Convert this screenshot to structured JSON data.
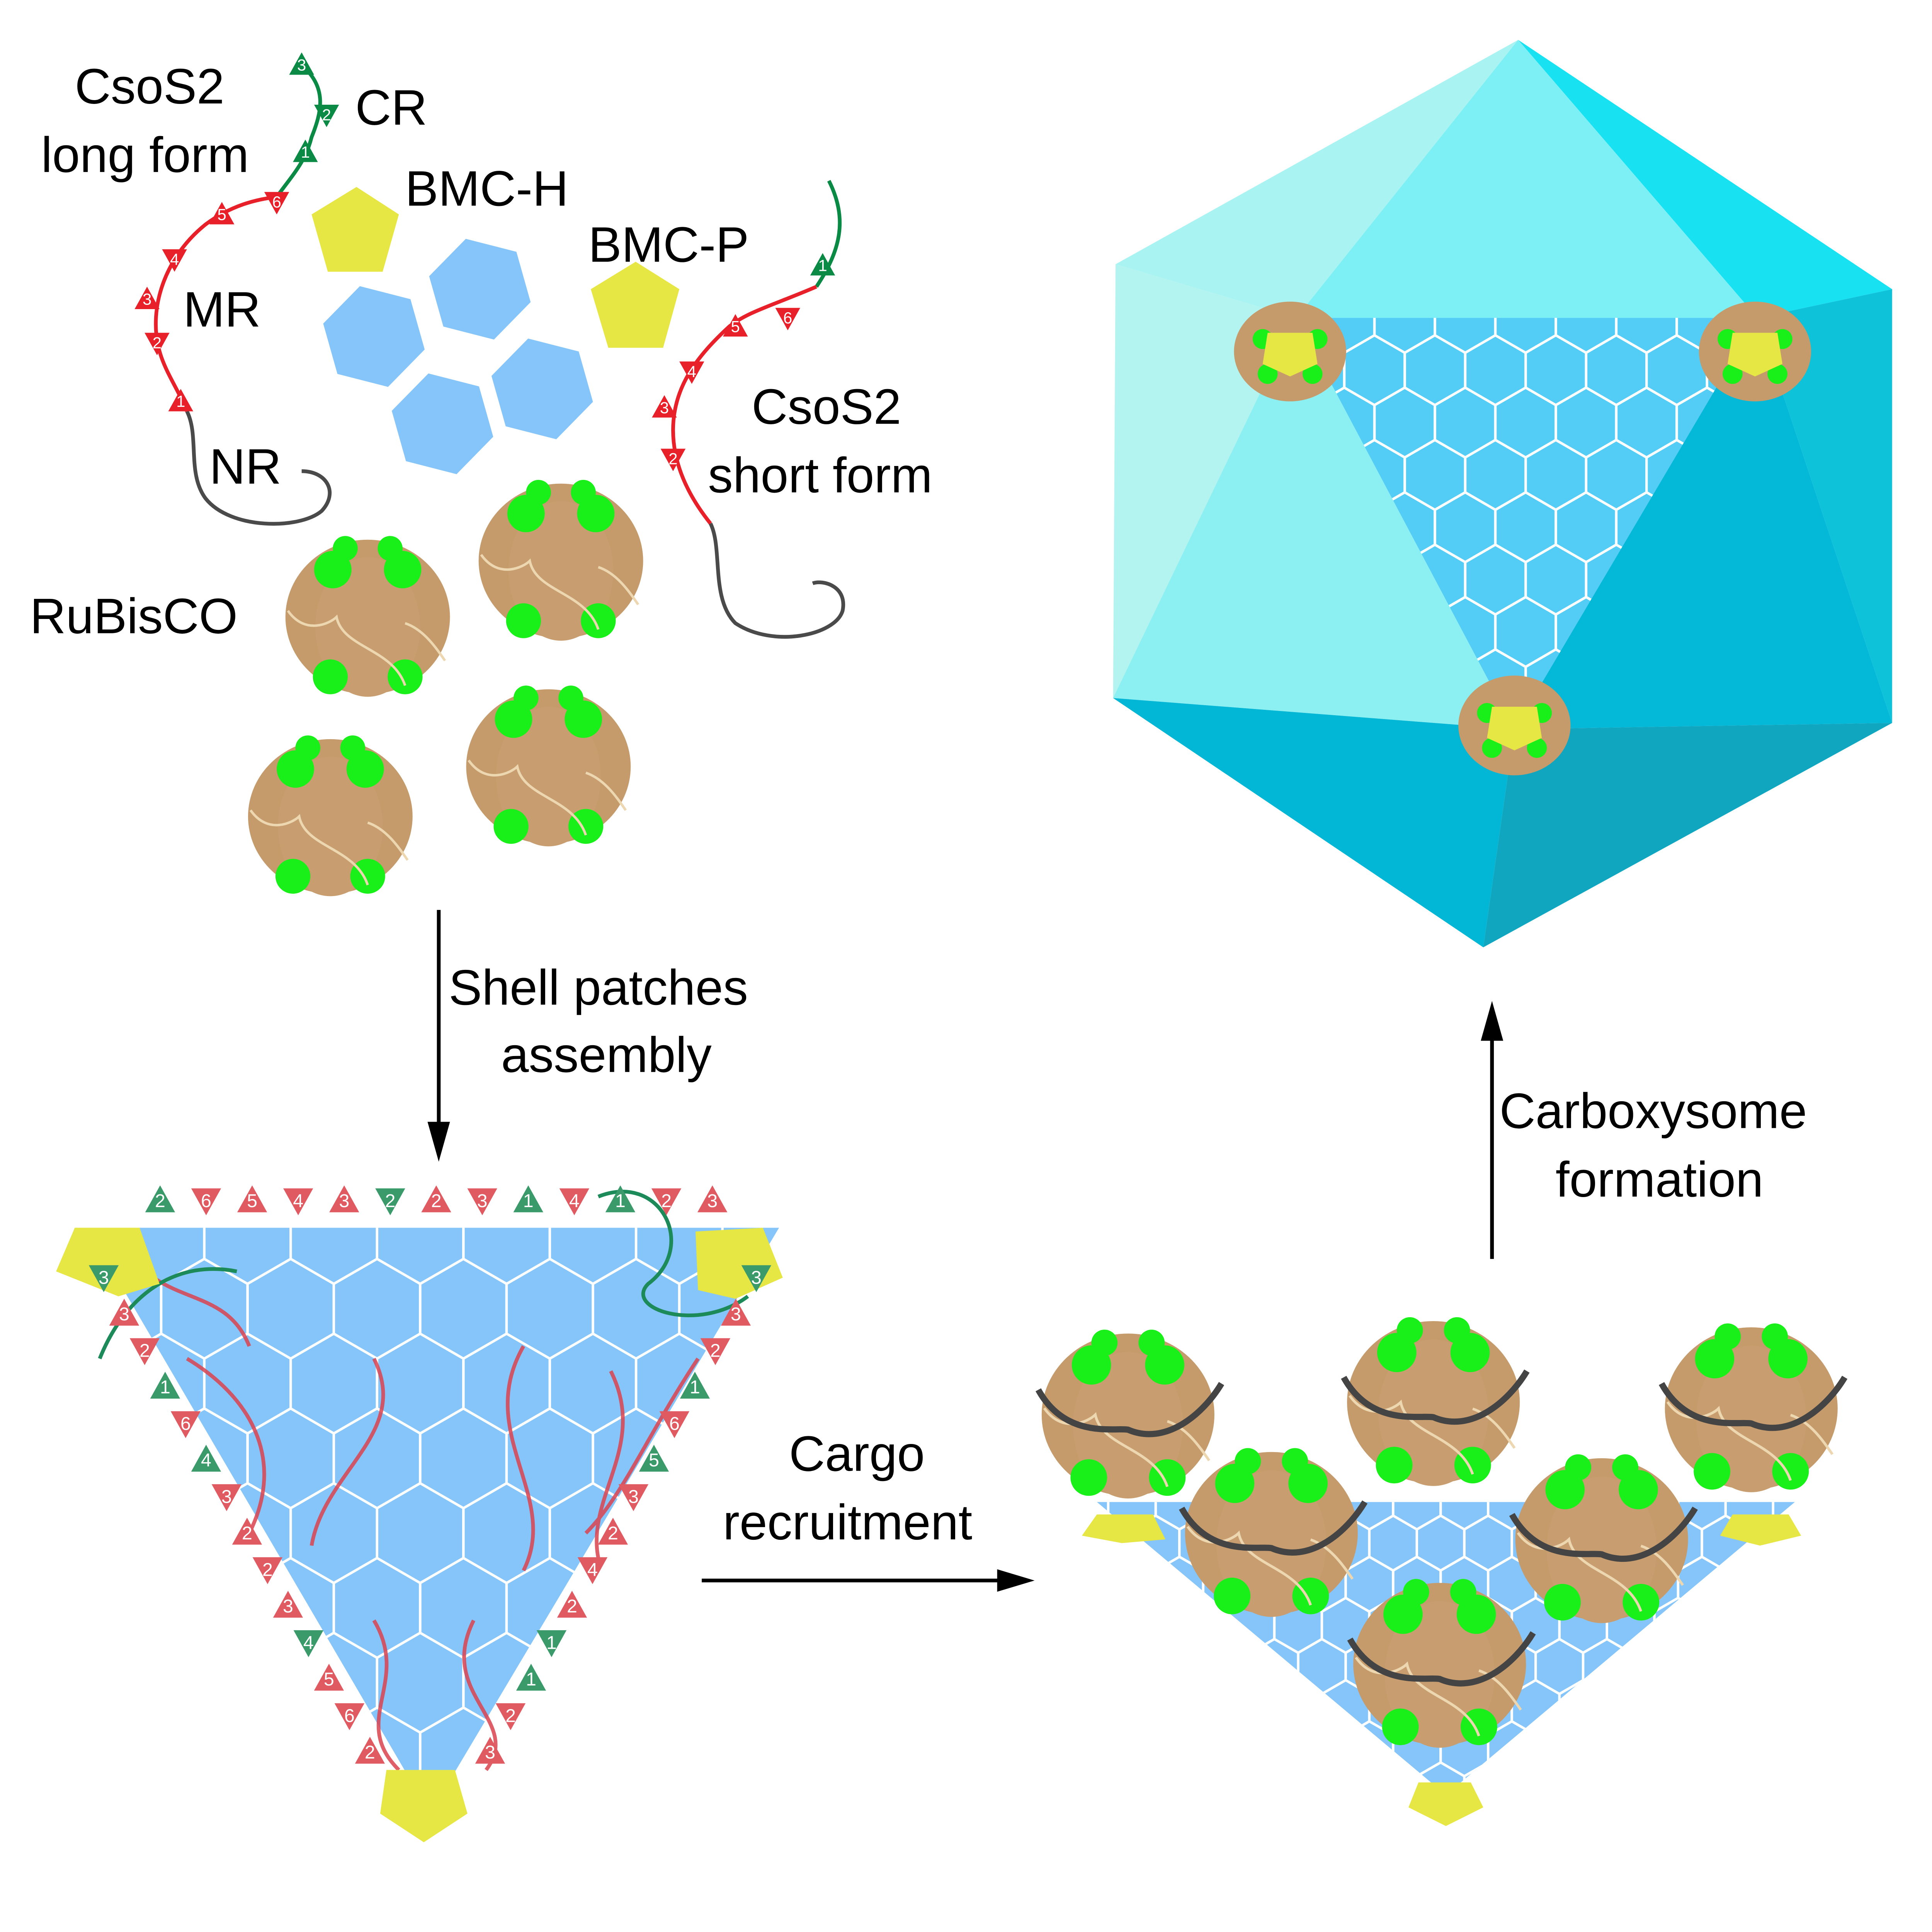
{
  "labels": {
    "long_form_1": "CsoS2",
    "long_form_2": "long form",
    "cr": "CR",
    "mr": "MR",
    "nr": "NR",
    "bmc_h": "BMC-H",
    "bmc_p": "BMC-P",
    "short_form_1": "CsoS2",
    "short_form_2": "short form",
    "rubisco": "RuBisCO",
    "step1_1": "Shell patches",
    "step1_2": "assembly",
    "step2_1": "Cargo",
    "step2_2": "recruitment",
    "step3_1": "Carboxysome",
    "step3_2": "formation"
  },
  "long_form_markers": {
    "mr": [
      "1",
      "2",
      "3",
      "4",
      "5",
      "6"
    ],
    "cr": [
      "1",
      "2",
      "3"
    ]
  },
  "short_form_markers": {
    "mr": [
      "2",
      "3",
      "4",
      "5",
      "6"
    ],
    "cr": [
      "1"
    ]
  },
  "patch_markers": {
    "top": [
      "2",
      "6",
      "5",
      "4",
      "3",
      "2",
      "2",
      "3",
      "1",
      "4",
      "1",
      "2",
      "3"
    ],
    "left": [
      "3",
      "3",
      "2",
      "1",
      "6",
      "4",
      "3",
      "2",
      "2",
      "3",
      "4",
      "5",
      "6",
      "2"
    ],
    "right": [
      "3",
      "3",
      "2",
      "1",
      "6",
      "5",
      "3",
      "2",
      "4",
      "2",
      "1",
      "1",
      "2",
      "3"
    ]
  },
  "colors": {
    "bmc_h": "#85c5f9",
    "bmc_p": "#e6e645",
    "mr": "#e8202a",
    "cr": "#0a8a45",
    "nr": "#4a4a4a",
    "rubisco": "#c59b6c",
    "rubisco_cap": "#19f01a",
    "shell": "#10c8e0"
  }
}
